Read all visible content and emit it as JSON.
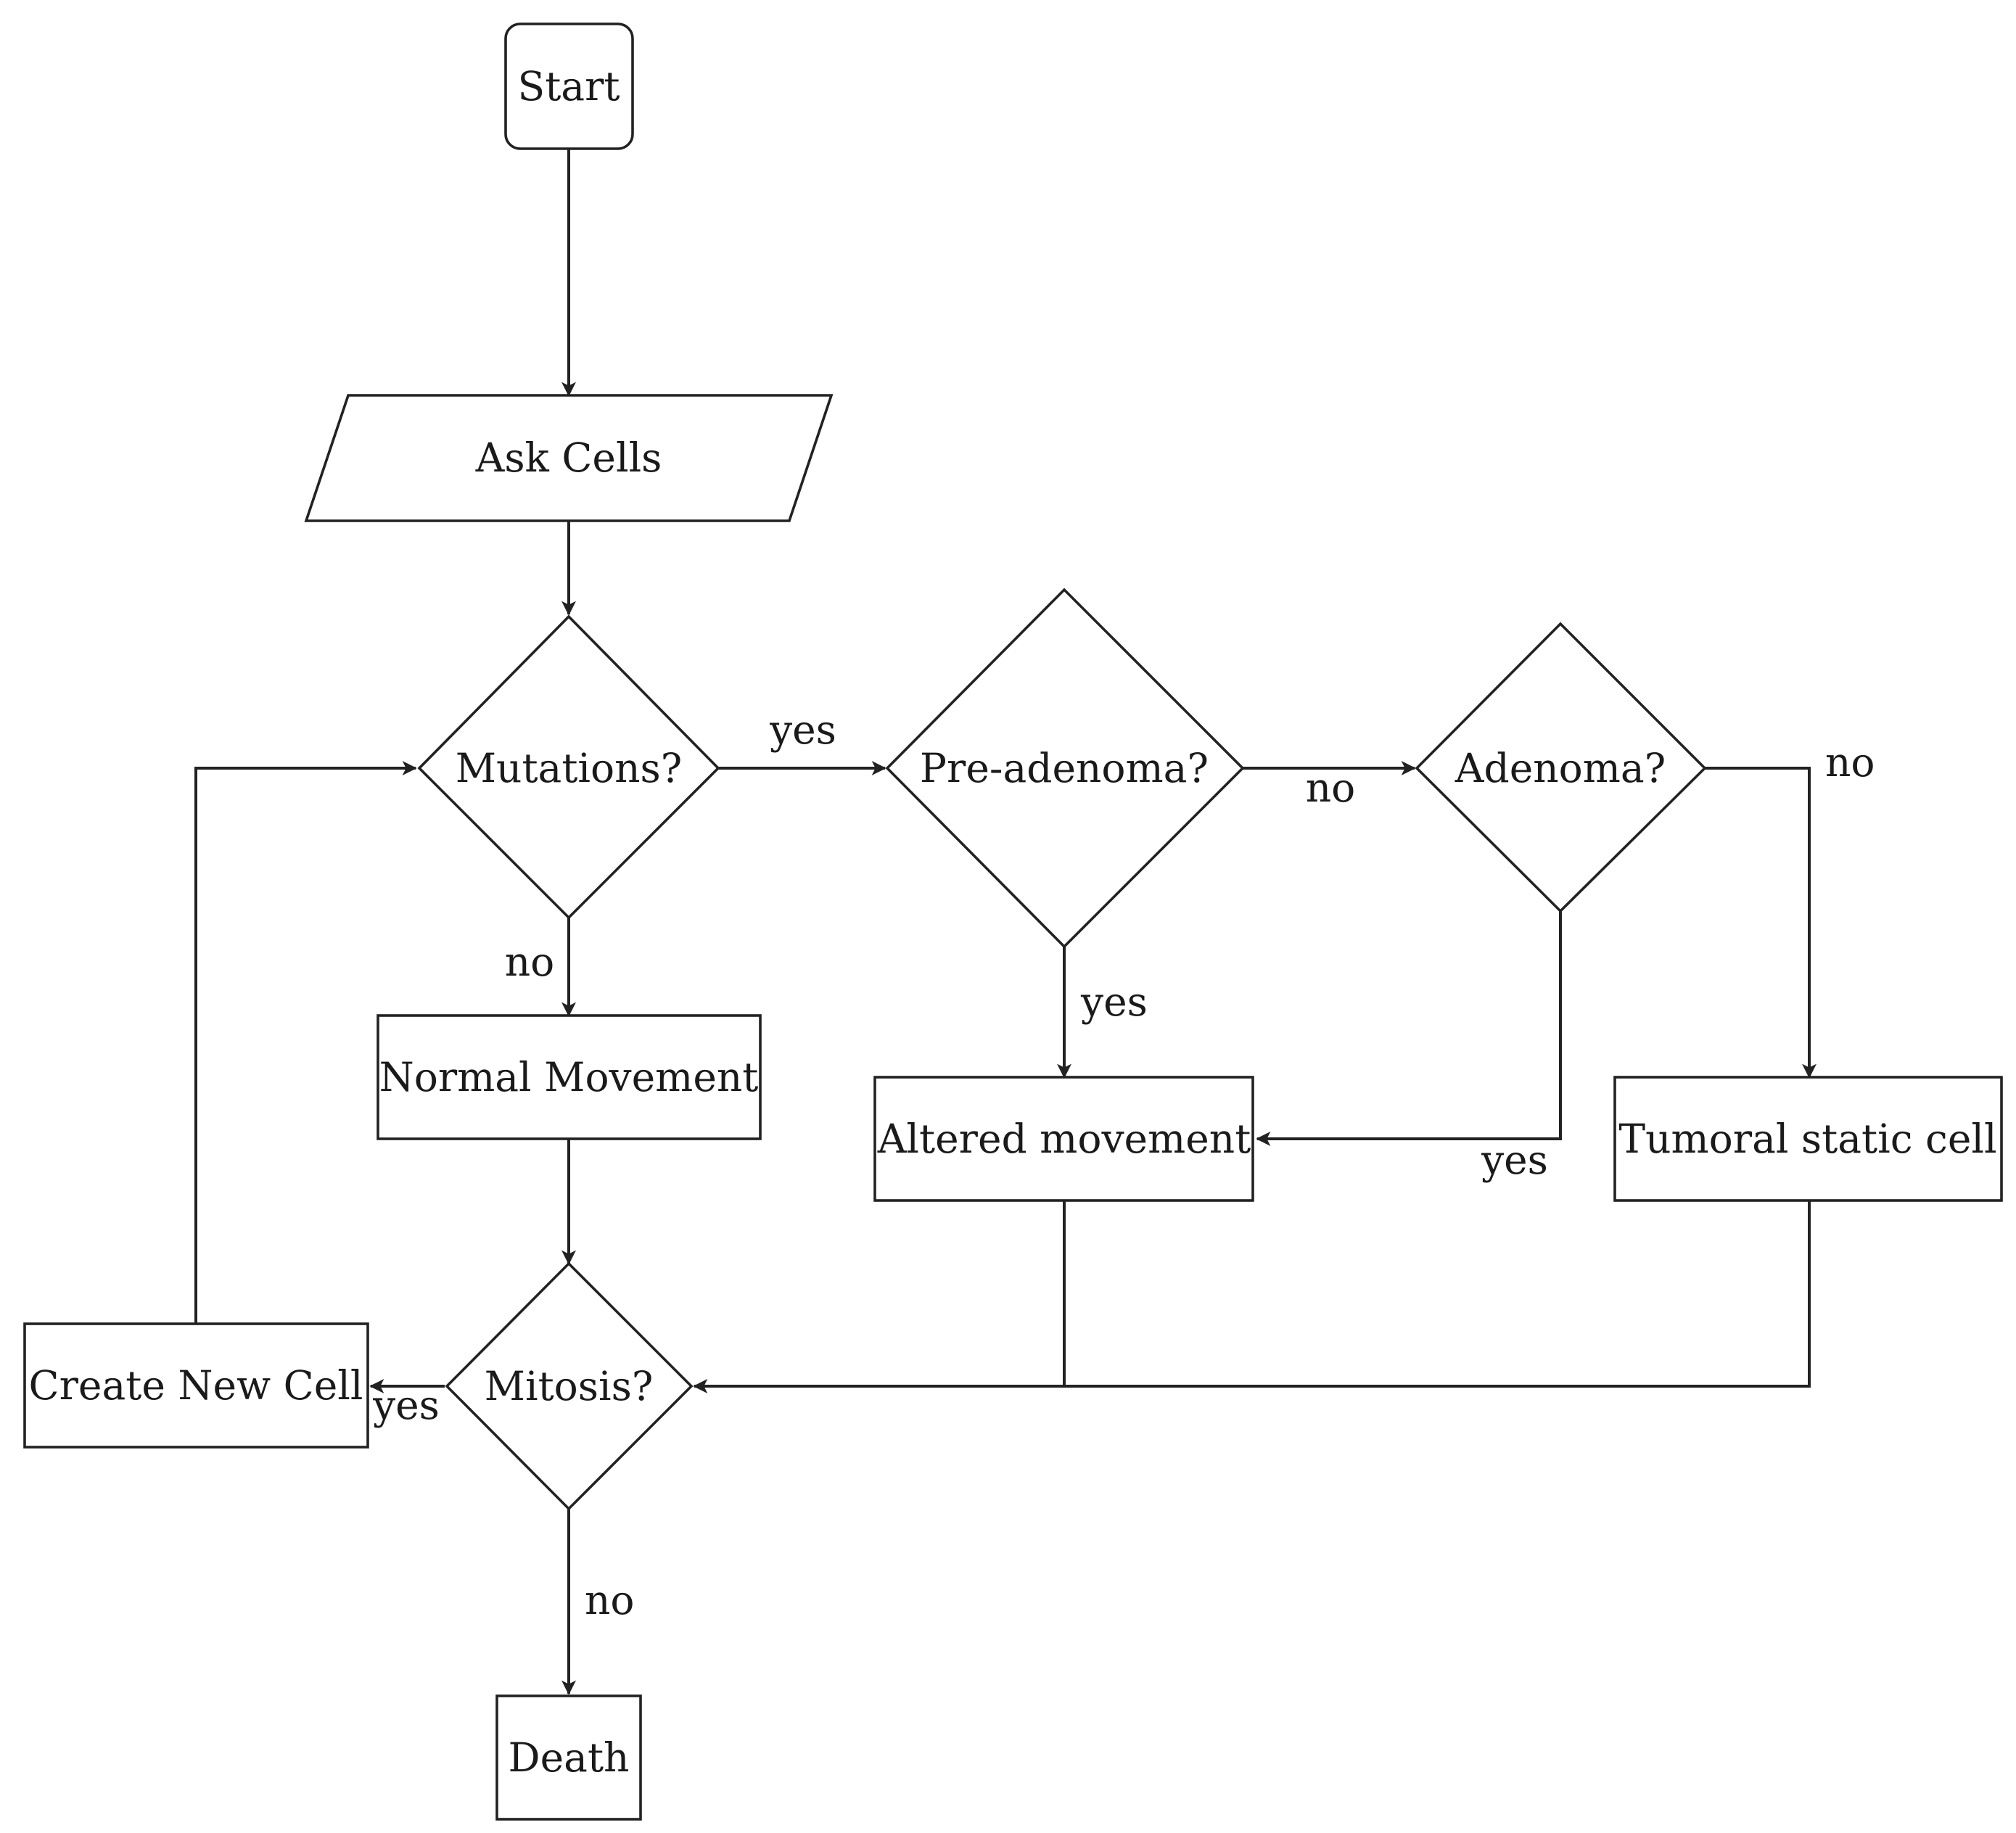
{
  "nodes": {
    "start": "Start",
    "ask_cells": "Ask Cells",
    "mutations": "Mutations?",
    "pre_adenoma": "Pre-adenoma?",
    "adenoma": "Adenoma?",
    "normal_movement": "Normal Movement",
    "altered_movement": "Altered movement",
    "tumoral_static_cell": "Tumoral static cell",
    "mitosis": "Mitosis?",
    "create_new_cell": "Create New Cell",
    "death": "Death"
  },
  "edge_labels": {
    "mutations_yes": "yes",
    "mutations_no": "no",
    "pre_adenoma_no": "no",
    "pre_adenoma_yes": "yes",
    "adenoma_no": "no",
    "adenoma_yes": "yes",
    "mitosis_yes": "yes",
    "mitosis_no": "no"
  }
}
